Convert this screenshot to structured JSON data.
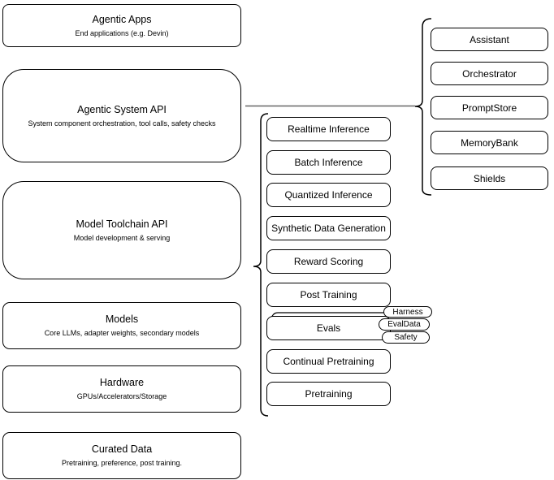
{
  "layers": [
    {
      "title": "Agentic Apps",
      "subtitle": "End applications (e.g. Devin)"
    },
    {
      "title": "Agentic System API",
      "subtitle": "System component orchestration, tool calls, safety checks"
    },
    {
      "title": "Model Toolchain API",
      "subtitle": "Model development & serving"
    },
    {
      "title": "Models",
      "subtitle": "Core LLMs, adapter weights, secondary models"
    },
    {
      "title": "Hardware",
      "subtitle": "GPUs/Accelerators/Storage"
    },
    {
      "title": "Curated Data",
      "subtitle": "Pretraining, preference, post training."
    }
  ],
  "toolchain_nodes": [
    "Realtime Inference",
    "Batch Inference",
    "Quantized Inference",
    "Synthetic Data Generation",
    "Reward Scoring",
    "Post Training",
    "Evals",
    "Continual Pretraining",
    "Pretraining"
  ],
  "evals_tags": [
    "Harness",
    "EvalData",
    "Safety"
  ],
  "system_components": [
    "Assistant",
    "Orchestrator",
    "PromptStore",
    "MemoryBank",
    "Shields"
  ],
  "colors": {
    "border": "#000000",
    "background": "#ffffff",
    "text": "#000000",
    "connector": "#666666"
  }
}
